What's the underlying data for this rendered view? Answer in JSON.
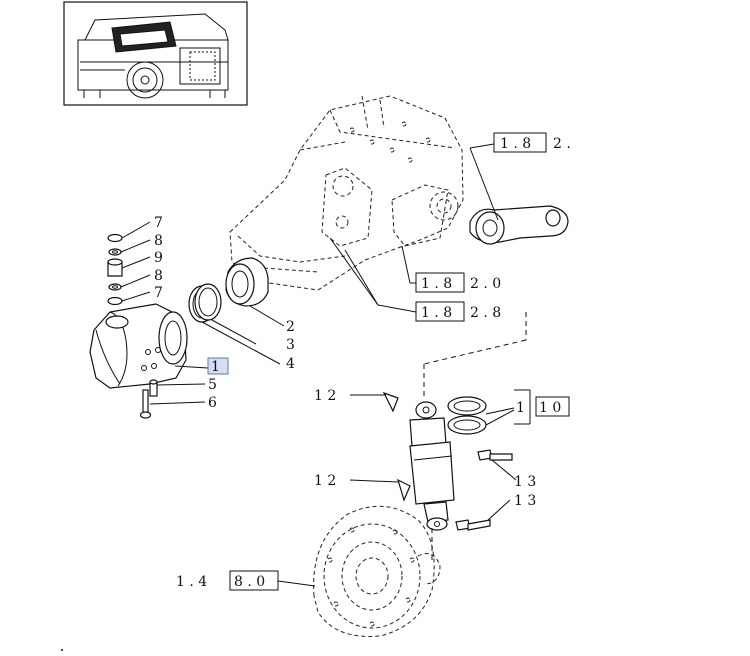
{
  "callouts": {
    "c7a": "7",
    "c8a": "8",
    "c9": "9",
    "c8b": "8",
    "c7b": "7",
    "c2": "2",
    "c3": "3",
    "c4": "4",
    "c1": "1",
    "c5": "5",
    "c6": "6",
    "c12a": "1 2",
    "c12b": "1 2",
    "c11_prefix": "1",
    "c11_box": "1 0",
    "c13a": "1 3",
    "c13b": "1 3"
  },
  "refs": {
    "r1_box": "1 . 8",
    "r1_tail": "2 .",
    "r2_box": "1 . 8",
    "r2_tail": "2 . 0",
    "r3_box": "1 . 8",
    "r3_tail": "2 . 8",
    "r4_head": "1 . 4",
    "r4_box": "8 . 0"
  },
  "colors": {
    "highlight_fill": "#d6deef",
    "highlight_stroke": "#5b79b8",
    "line": "#111111"
  }
}
